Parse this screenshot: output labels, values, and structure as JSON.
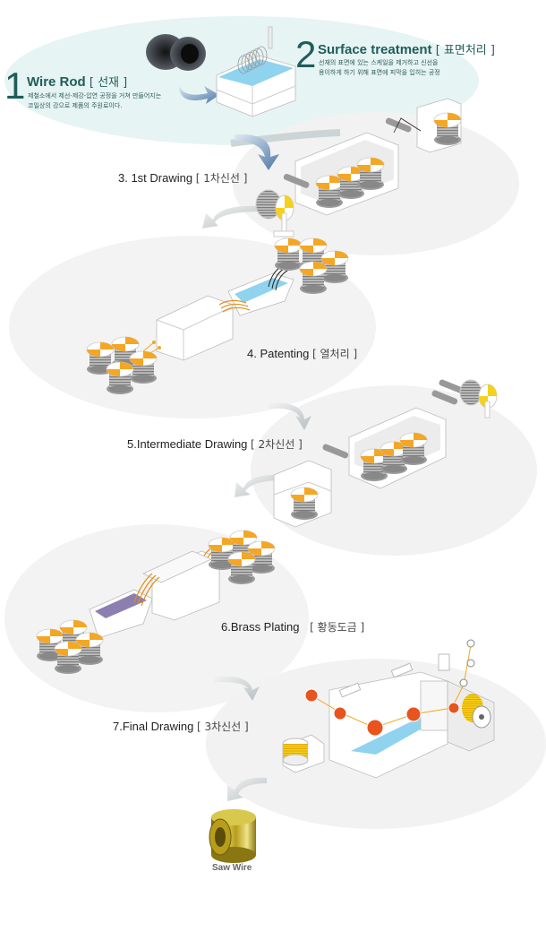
{
  "steps": [
    {
      "number": "1",
      "title": "Wire Rod",
      "title_kr": "[ 선재 ]",
      "desc_line1": "제철소에서 제선-제강-압연 공정을 거쳐 만들어지는",
      "desc_line2": "코일상의 강으로 제품의 주원료이다."
    },
    {
      "number": "2",
      "title": "Surface treatment",
      "title_kr": "[ 표면처리 ]",
      "desc_line1": "선재의 표면에 있는 스케일을 제거하고 신선을",
      "desc_line2": "용이하게 하기 위해 표면에 피막을 입히는 공정"
    }
  ],
  "stages": [
    {
      "label": "3. 1st Drawing",
      "label_kr": "[ 1차신선 ]"
    },
    {
      "label": "4. Patenting",
      "label_kr": "[ 열처리 ]"
    },
    {
      "label": "5.Intermediate Drawing",
      "label_kr": "[ 2차신선 ]"
    },
    {
      "label": "6.Brass Plating",
      "label_kr": "[ 황동도금 ]"
    },
    {
      "label": "7.Final Drawing",
      "label_kr": "[ 3차신선 ]"
    }
  ],
  "product": {
    "label": "Saw Wire"
  },
  "colors": {
    "teal_bg": "#e6f4f3",
    "teal_text": "#1f5d5a",
    "gray_bg": "#f2f2f2",
    "orange": "#f5a623",
    "yellow": "#f6d11a",
    "red_orange": "#e8531e",
    "water": "#8fd3ef",
    "plating": "#8c7fb0",
    "arrow_blue": "#4e76a8",
    "arrow_gray": "#c9cfd1"
  }
}
